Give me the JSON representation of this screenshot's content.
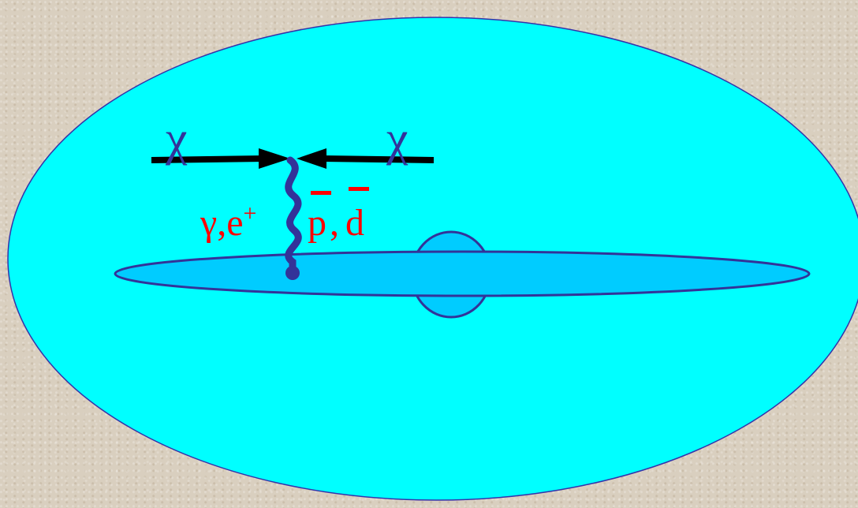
{
  "labels": {
    "particle_left": "χ",
    "particle_right": "χ",
    "products_left": "γ,e",
    "products_left_sup": "+",
    "antiproton": "p",
    "comma": ",",
    "antideuteron": "d"
  },
  "colors": {
    "halo_fill": "#00ffff",
    "halo_stroke": "#3333aa",
    "disk_fill": "#00ccff",
    "disk_stroke": "#333399",
    "particle_label": "#333399",
    "arrow": "#000000",
    "wavy": "#333399",
    "products_label": "#ff0000"
  }
}
